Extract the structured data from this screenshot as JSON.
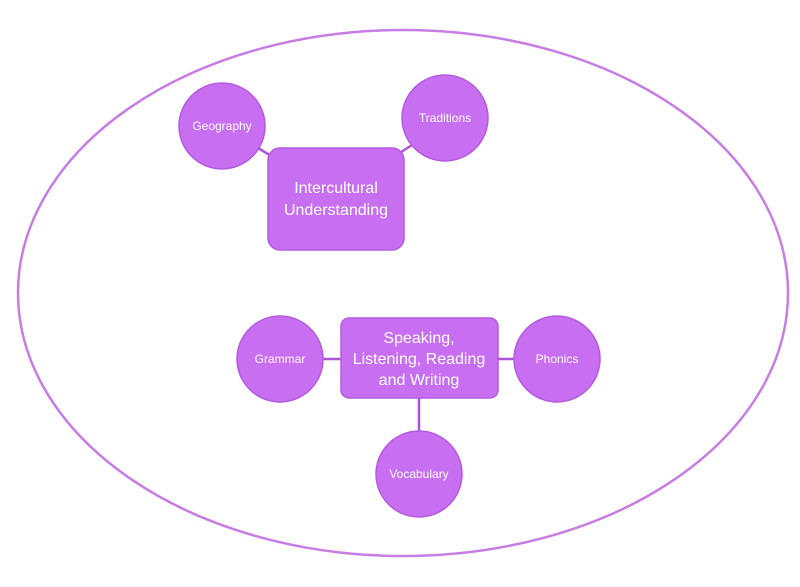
{
  "colors": {
    "node_fill": "#c76ff0",
    "node_stroke": "#b45ae0",
    "outline": "#c77de3",
    "connector": "#a855d9",
    "label_text": "#ffffff"
  },
  "clusters": [
    {
      "name": "intercultural-understanding",
      "hub": {
        "name": "hub-intercultural-understanding",
        "lines": [
          "Intercultural",
          "Understanding"
        ]
      },
      "satellites": [
        {
          "name": "geography",
          "label": "Geography"
        },
        {
          "name": "traditions",
          "label": "Traditions"
        }
      ]
    },
    {
      "name": "literacy-skills",
      "hub": {
        "name": "hub-speaking-listening-reading-writing",
        "lines": [
          "Speaking,",
          "Listening, Reading",
          "and Writing"
        ]
      },
      "satellites": [
        {
          "name": "grammar",
          "label": "Grammar"
        },
        {
          "name": "phonics",
          "label": "Phonics"
        },
        {
          "name": "vocabulary",
          "label": "Vocabulary"
        }
      ]
    }
  ]
}
